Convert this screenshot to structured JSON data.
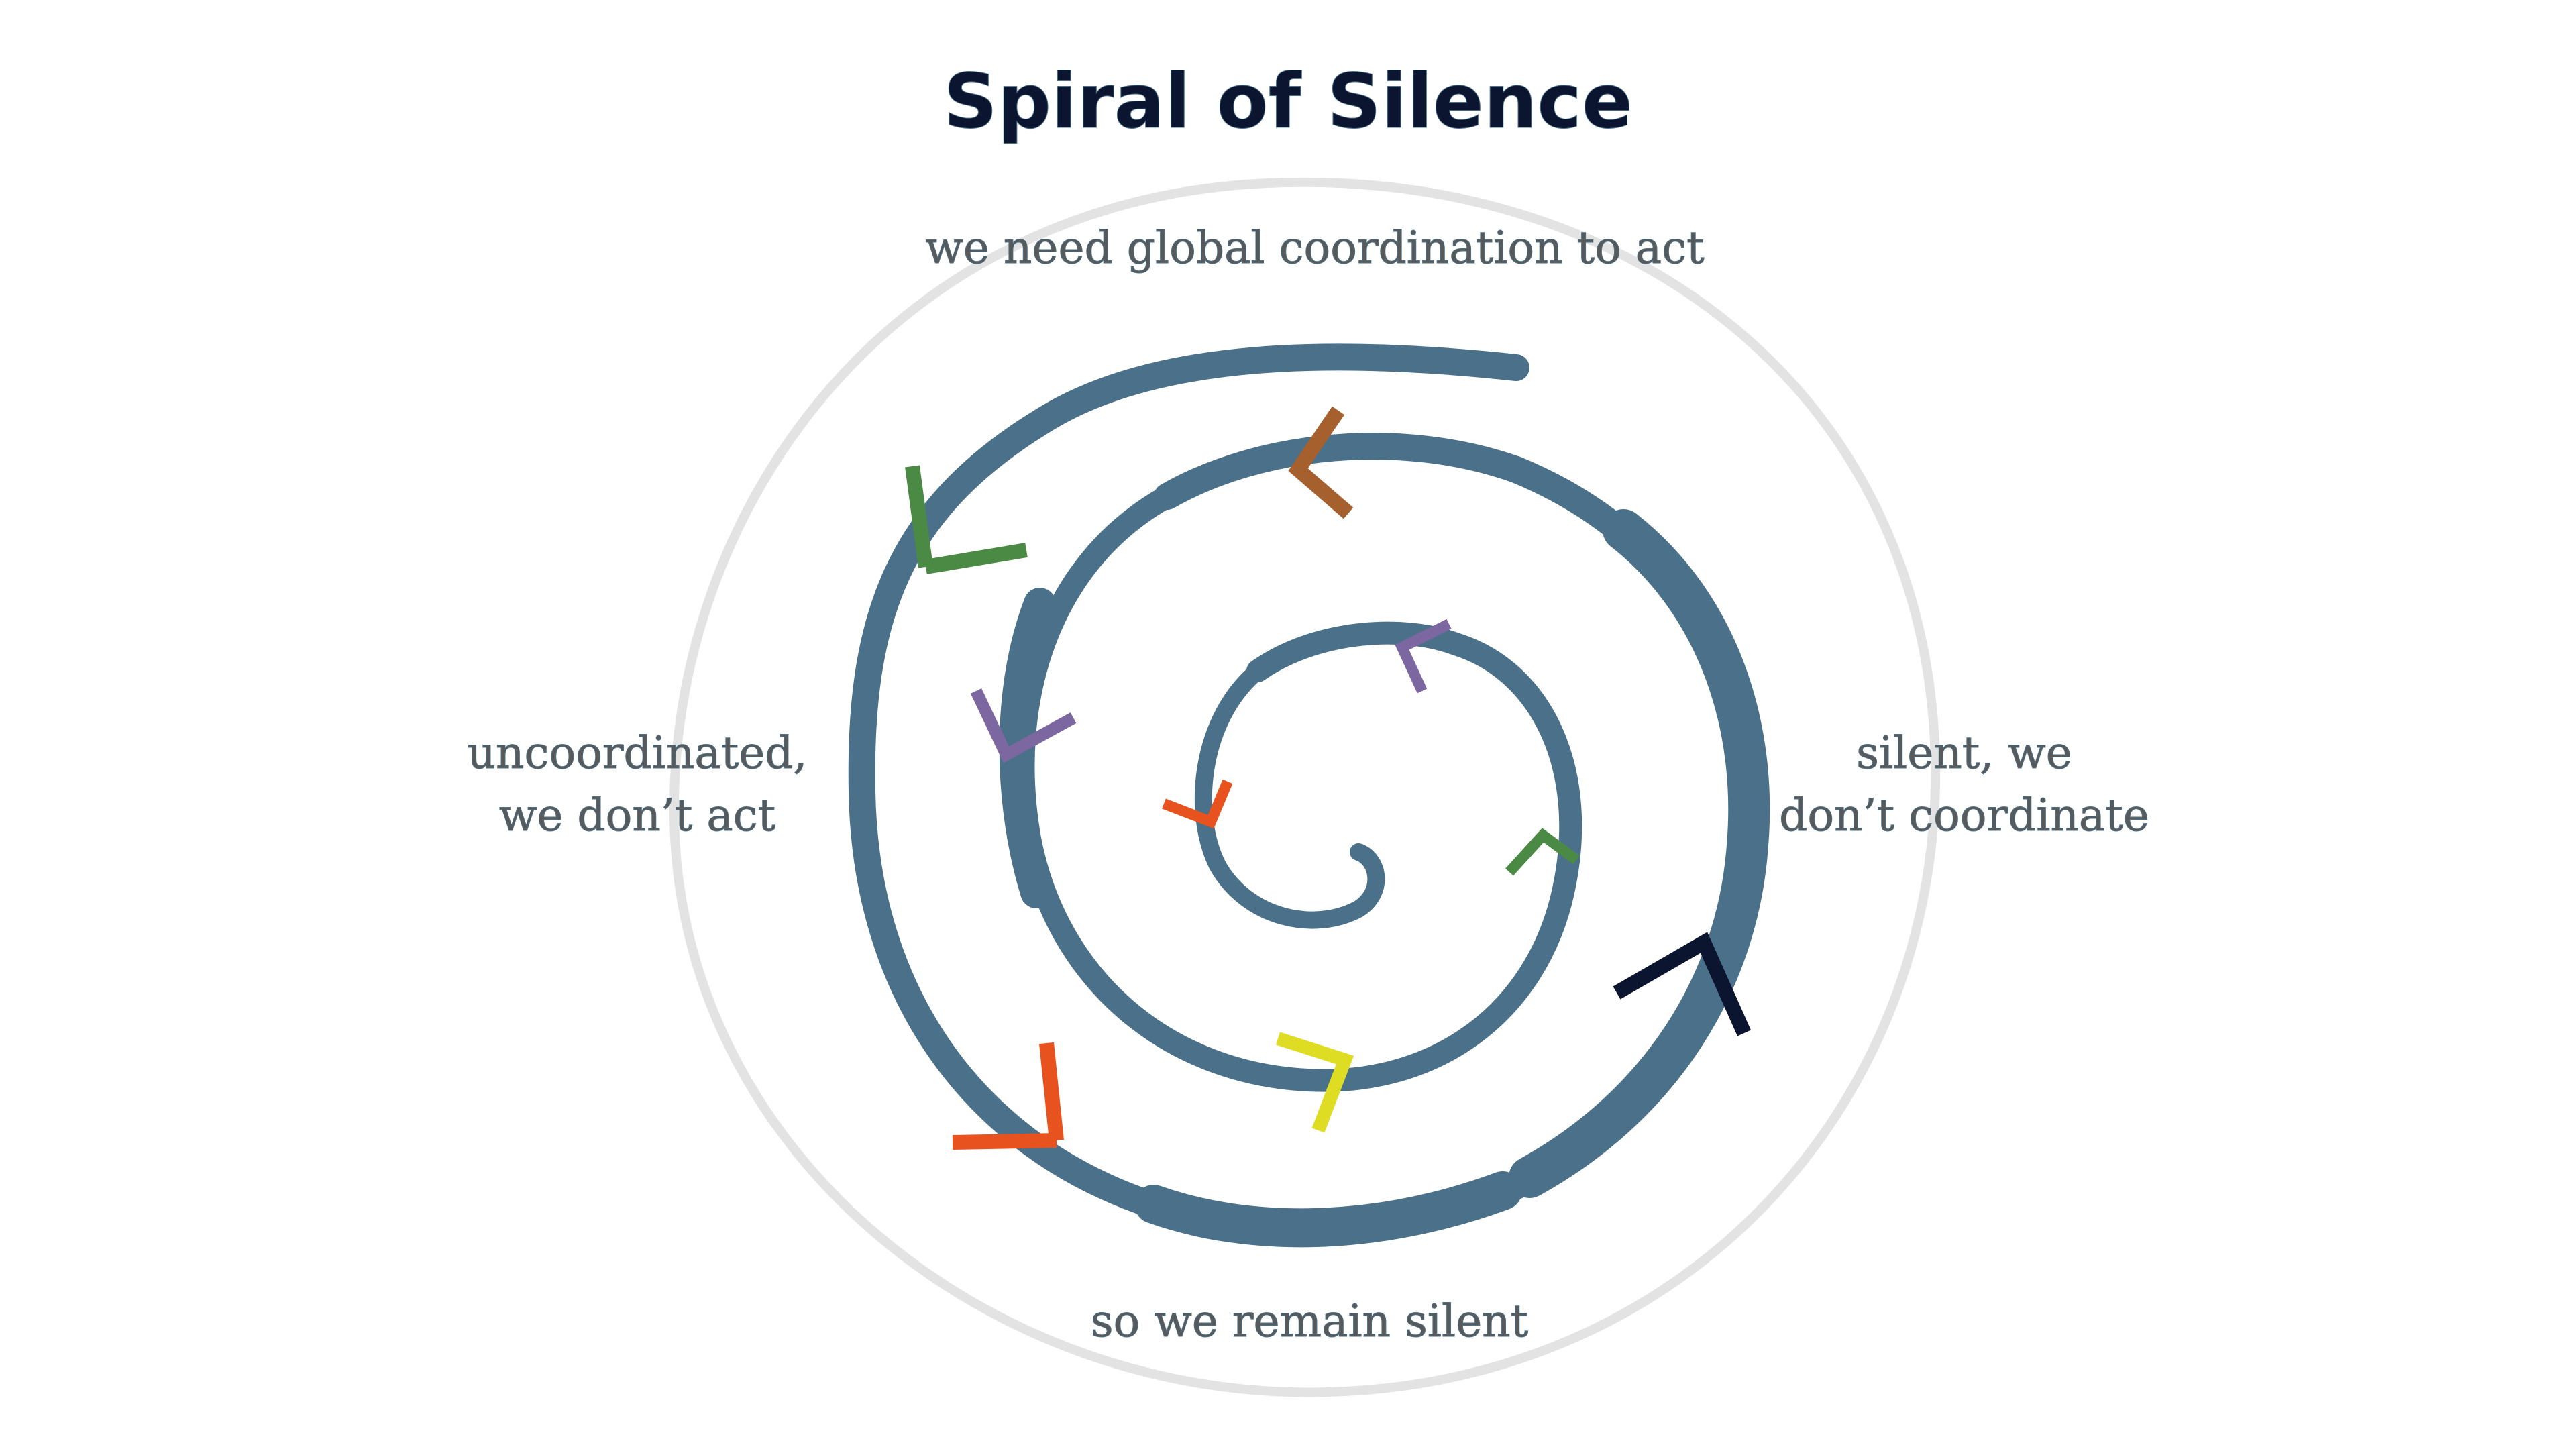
{
  "title": "Spiral of Silence",
  "labels": {
    "top": "we need global coordination to act",
    "right_line1": "silent, we",
    "right_line2": "don’t coordinate",
    "bottom": "so we remain silent",
    "left_line1": "uncoordinated,",
    "left_line2": "we don’t act"
  },
  "colors": {
    "spiral": "#4a7189",
    "outer_ring": "#e3e3e3",
    "title": "#0c1530",
    "label": "#595959",
    "people": [
      "#a5602e",
      "#4a8a45",
      "#7c67a1",
      "#e8521e",
      "#dedd24",
      "#0c1530"
    ]
  },
  "figures": [
    {
      "name": "figure-brown",
      "color": "#a5602e"
    },
    {
      "name": "figure-green-upper",
      "color": "#4a8a45"
    },
    {
      "name": "figure-purple-inner",
      "color": "#7c67a1"
    },
    {
      "name": "figure-purple-left",
      "color": "#7c67a1"
    },
    {
      "name": "figure-orange-inner",
      "color": "#e8521e"
    },
    {
      "name": "figure-green-right",
      "color": "#4a8a45"
    },
    {
      "name": "figure-navy",
      "color": "#0c1530"
    },
    {
      "name": "figure-yellow",
      "color": "#dedd24"
    },
    {
      "name": "figure-orange-lower",
      "color": "#e8521e"
    }
  ]
}
